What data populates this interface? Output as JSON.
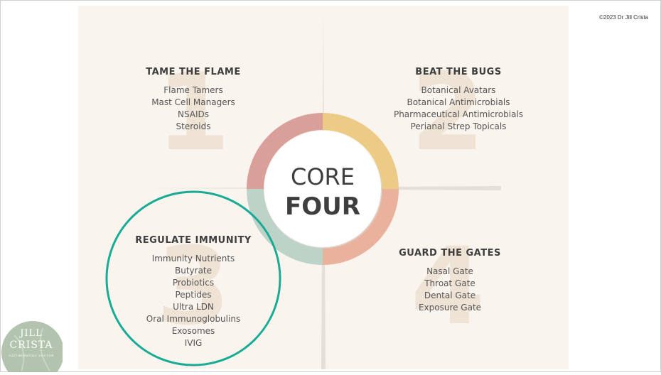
{
  "copyright": "©2023 Dr Jill Crista",
  "center": {
    "line1": "CORE",
    "line2": "FOUR"
  },
  "quadrants": [
    {
      "number": "1",
      "title": "TAME THE FLAME",
      "items": [
        "Flame Tamers",
        "Mast Cell Managers",
        "NSAIDs",
        "Steroids"
      ],
      "color": "#d9a09a"
    },
    {
      "number": "2",
      "title": "BEAT THE BUGS",
      "items": [
        "Botanical Avatars",
        "Botanical Antimicrobials",
        "Pharmaceutical Antimicrobials",
        "Perianal Strep Topicals"
      ],
      "color": "#eccb86"
    },
    {
      "number": "3",
      "title": "REGULATE IMMUNITY",
      "items": [
        "Immunity Nutrients",
        "Butyrate",
        "Probiotics",
        "Peptides",
        "Ultra LDN",
        "Oral Immunoglobulins",
        "Exosomes",
        "IVIG"
      ],
      "color": "#bdd3c8"
    },
    {
      "number": "4",
      "title": "GUARD THE GATES",
      "items": [
        "Nasal Gate",
        "Throat Gate",
        "Dental Gate",
        "Exposure Gate"
      ],
      "color": "#eab29c"
    }
  ],
  "highlight_color": "#1aab95",
  "logo": {
    "line1": "JILL",
    "line2": "CRISTA",
    "line3": "NATUROPATHIC DOCTOR"
  }
}
